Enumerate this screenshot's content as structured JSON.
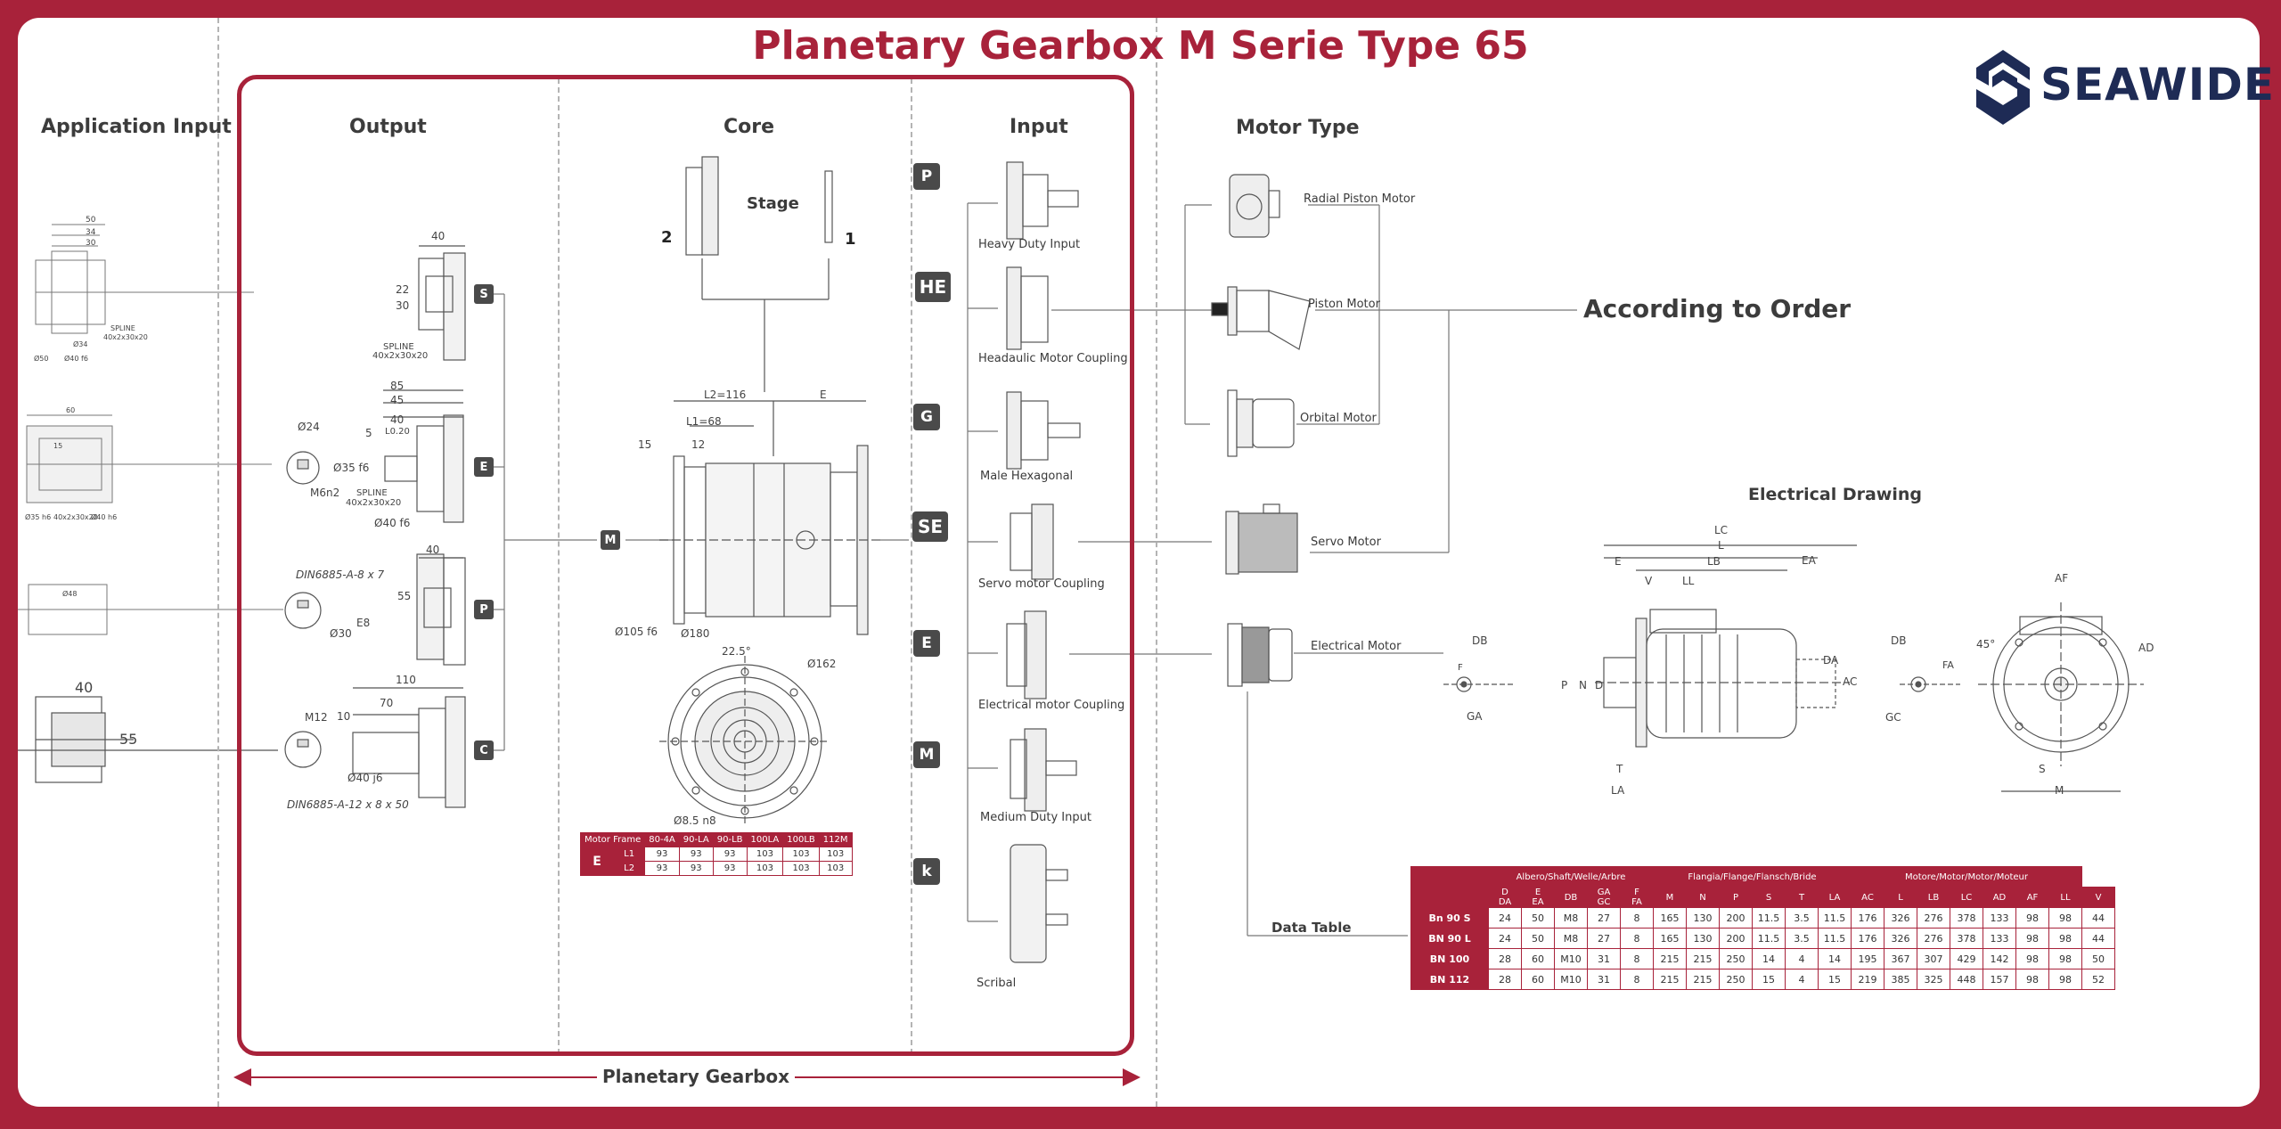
{
  "title": "Planetary Gearbox M Serie Type 65",
  "brand": {
    "name": "SEAWIDE",
    "logo_color": "#1e2b55"
  },
  "colors": {
    "accent": "#a8223a",
    "text": "#3c3c3c"
  },
  "columns": {
    "application_input": "Application Input",
    "output": "Output",
    "core": "Core",
    "input": "Input",
    "motor_type": "Motor Type"
  },
  "output_variants": [
    {
      "code": "S",
      "dims": [
        "40",
        "22",
        "30",
        "SPLINE",
        "40x2x30x20"
      ]
    },
    {
      "code": "E",
      "dims": [
        "85",
        "45",
        "40",
        "5",
        "L0.20",
        "Ø24",
        "Ø35 f6",
        "M6n2",
        "SPLINE",
        "40x2x30x20",
        "Ø40 f6"
      ]
    },
    {
      "code": "P",
      "dims": [
        "40",
        "55",
        "DIN6885-A-8 x 7",
        "E8",
        "Ø30"
      ]
    },
    {
      "code": "C",
      "dims": [
        "110",
        "70",
        "10",
        "M12",
        "Ø40 j6",
        "DIN6885-A-12 x 8 x 50"
      ]
    }
  ],
  "application_dims": {
    "a": [
      "50",
      "34",
      "30",
      "Ø50",
      "Ø40 f6",
      "Ø34",
      "SPLINE",
      "40x2x30x20"
    ],
    "b": [
      "60",
      "15",
      "Ø35 h6",
      "40x2x30x20",
      "Ø40 h6"
    ],
    "c": [
      "Ø48"
    ],
    "d": [
      "40",
      "55"
    ]
  },
  "core": {
    "badge": "M",
    "stage_label": "Stage",
    "stage_numbers": [
      "2",
      "1"
    ],
    "dims": [
      "L2=116",
      "L1=68",
      "E",
      "15",
      "12",
      "Ø105 f6",
      "Ø180",
      "22.5°",
      "Ø162",
      "Ø8.5 n8"
    ],
    "motor_frame_table": {
      "corner": "Motor Frame",
      "row_label": "E",
      "columns": [
        "80-4A",
        "90-LA",
        "90-LB",
        "100LA",
        "100LB",
        "112M"
      ],
      "rows": [
        {
          "name": "L1",
          "values": [
            "93",
            "93",
            "93",
            "103",
            "103",
            "103"
          ]
        },
        {
          "name": "L2",
          "values": [
            "93",
            "93",
            "93",
            "103",
            "103",
            "103"
          ]
        }
      ]
    }
  },
  "inputs": [
    {
      "code": "P",
      "label": "Heavy Duty Input"
    },
    {
      "code": "HE",
      "label": "Headaulic Motor Coupling"
    },
    {
      "code": "G",
      "label": "Male Hexagonal"
    },
    {
      "code": "SE",
      "label": "Servo motor Coupling"
    },
    {
      "code": "E",
      "label": "Electrical motor Coupling"
    },
    {
      "code": "M",
      "label": "Medium Duty Input"
    },
    {
      "code": "k",
      "label": "Scribal"
    }
  ],
  "motors": [
    {
      "label": "Radial Piston Motor"
    },
    {
      "label": "Piston Motor"
    },
    {
      "label": "Orbital Motor"
    },
    {
      "label": "Servo Motor"
    },
    {
      "label": "Electrical Motor"
    }
  ],
  "according_to_order": "According to Order",
  "electrical_drawing": {
    "title": "Electrical Drawing",
    "dims": [
      "LC",
      "L",
      "LB",
      "E",
      "EA",
      "V",
      "LL",
      "DB",
      "F",
      "GA",
      "P",
      "N",
      "D",
      "DA",
      "AC",
      "T",
      "LA",
      "DB",
      "FA",
      "GC",
      "AF",
      "AD",
      "45°",
      "S",
      "M"
    ]
  },
  "data_table_label": "Data Table",
  "data_table": {
    "groups": [
      {
        "label": "Albero/Shaft/Welle/Arbre",
        "span": 5
      },
      {
        "label": "Flangia/Flange/Flansch/Bride",
        "span": 6
      },
      {
        "label": "Motore/Motor/Motor/Moteur",
        "span": 7
      }
    ],
    "columns": [
      [
        "D",
        "DA"
      ],
      [
        "E",
        "EA"
      ],
      [
        "DB",
        ""
      ],
      [
        "GA",
        "GC"
      ],
      [
        "F",
        "FA"
      ],
      [
        "M",
        ""
      ],
      [
        "N",
        ""
      ],
      [
        "P",
        ""
      ],
      [
        "S",
        ""
      ],
      [
        "T",
        ""
      ],
      [
        "LA",
        ""
      ],
      [
        "AC",
        ""
      ],
      [
        "L",
        ""
      ],
      [
        "LB",
        ""
      ],
      [
        "LC",
        ""
      ],
      [
        "AD",
        ""
      ],
      [
        "AF",
        ""
      ],
      [
        "LL",
        ""
      ],
      [
        "V",
        ""
      ]
    ],
    "rows": [
      {
        "name": "Bn 90 S",
        "values": [
          "24",
          "50",
          "M8",
          "27",
          "8",
          "165",
          "130",
          "200",
          "11.5",
          "3.5",
          "11.5",
          "176",
          "326",
          "276",
          "378",
          "133",
          "98",
          "98",
          "44"
        ]
      },
      {
        "name": "BN 90 L",
        "values": [
          "24",
          "50",
          "M8",
          "27",
          "8",
          "165",
          "130",
          "200",
          "11.5",
          "3.5",
          "11.5",
          "176",
          "326",
          "276",
          "378",
          "133",
          "98",
          "98",
          "44"
        ]
      },
      {
        "name": "BN 100",
        "values": [
          "28",
          "60",
          "M10",
          "31",
          "8",
          "215",
          "215",
          "250",
          "14",
          "4",
          "14",
          "195",
          "367",
          "307",
          "429",
          "142",
          "98",
          "98",
          "50"
        ]
      },
      {
        "name": "BN 112",
        "values": [
          "28",
          "60",
          "M10",
          "31",
          "8",
          "215",
          "215",
          "250",
          "15",
          "4",
          "15",
          "219",
          "385",
          "325",
          "448",
          "157",
          "98",
          "98",
          "52"
        ]
      }
    ]
  },
  "planetary_gearbox_label": "Planetary Gearbox"
}
